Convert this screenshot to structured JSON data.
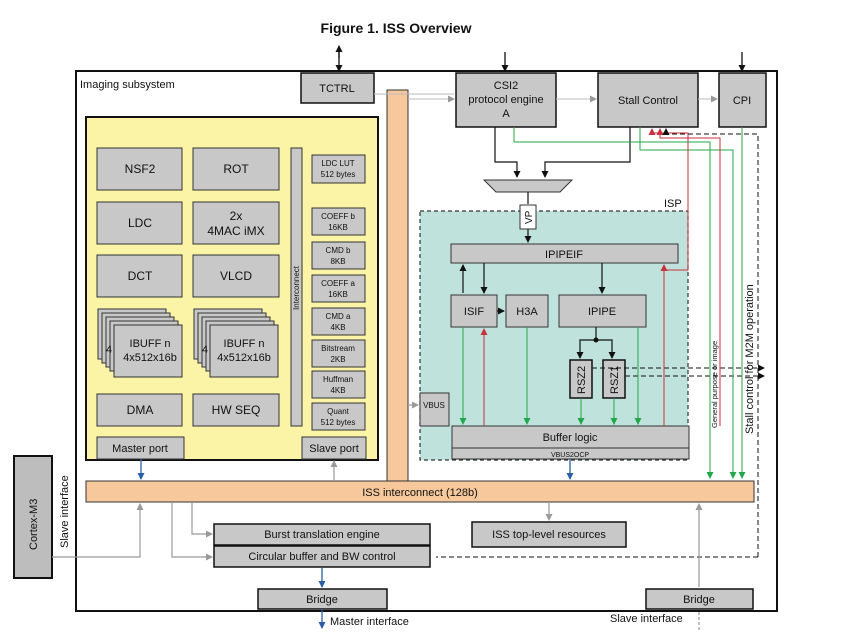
{
  "title": "Figure 1. ISS Overview",
  "subsystem_label": "Imaging subsystem",
  "isp_label": "ISP",
  "top_blocks": {
    "tctrl": "TCTRL",
    "csi2": [
      "CSI2",
      "protocol engine",
      "A"
    ],
    "stall": "Stall Control",
    "cpi": "CPI"
  },
  "simcop": {
    "blocks": {
      "nsf2": "NSF2",
      "rot": "ROT",
      "ldc": "LDC",
      "imx": [
        "2x",
        "4MAC iMX"
      ],
      "dct": "DCT",
      "vlcd": "VLCD",
      "dma": "DMA",
      "hwseq": "HW SEQ",
      "ibuff_a": [
        "IBUFF n",
        "4x512x16b"
      ],
      "ibuff_b": [
        "IBUFF n",
        "4x512x16b"
      ],
      "ibuff_prefix": "4"
    },
    "interconnect": "Interconnect",
    "memories": [
      [
        "LDC LUT",
        "512 bytes"
      ],
      [
        "COEFF b",
        "16KB"
      ],
      [
        "CMD b",
        "8KB"
      ],
      [
        "COEFF a",
        "16KB"
      ],
      [
        "CMD a",
        "4KB"
      ],
      [
        "Bitstream",
        "2KB"
      ],
      [
        "Huffman",
        "4KB"
      ],
      [
        "Quant",
        "512 bytes"
      ]
    ],
    "master_port": "Master port",
    "slave_port": "Slave port"
  },
  "isp": {
    "vp": "VP",
    "ipipeif": "IPIPEIF",
    "isif": "ISIF",
    "h3a": "H3A",
    "ipipe": "IPIPE",
    "rsz2": "RSZ2",
    "rsz1": "RSZ1",
    "vbus": "VBUS",
    "buffer_logic": "Buffer logic",
    "vbus2ocp": "VBUS2OCP"
  },
  "side_labels": {
    "general": "General purpose or image",
    "stall_m2m": "Stall control for M2M operation"
  },
  "iss_interconnect": "ISS interconnect (128b)",
  "cortex": "Cortex-M3",
  "cortex_slave": "Slave interface",
  "burst": "Burst translation engine",
  "circular": "Circular buffer and BW control",
  "top_level": "ISS top-level resources",
  "bridge_left": "Bridge",
  "bridge_right": "Bridge",
  "master_interface": "Master interface",
  "slave_interface_bottom": "Slave interface",
  "colors": {
    "gray_block": "#c8c8c8",
    "simcop_bg": "#fbf3a6",
    "isp_bg": "#bfe3dc",
    "interconnect": "#f7c89b",
    "green_line": "#22a84a",
    "red_line": "#c8323c",
    "blue_line": "#2a5fa8"
  }
}
